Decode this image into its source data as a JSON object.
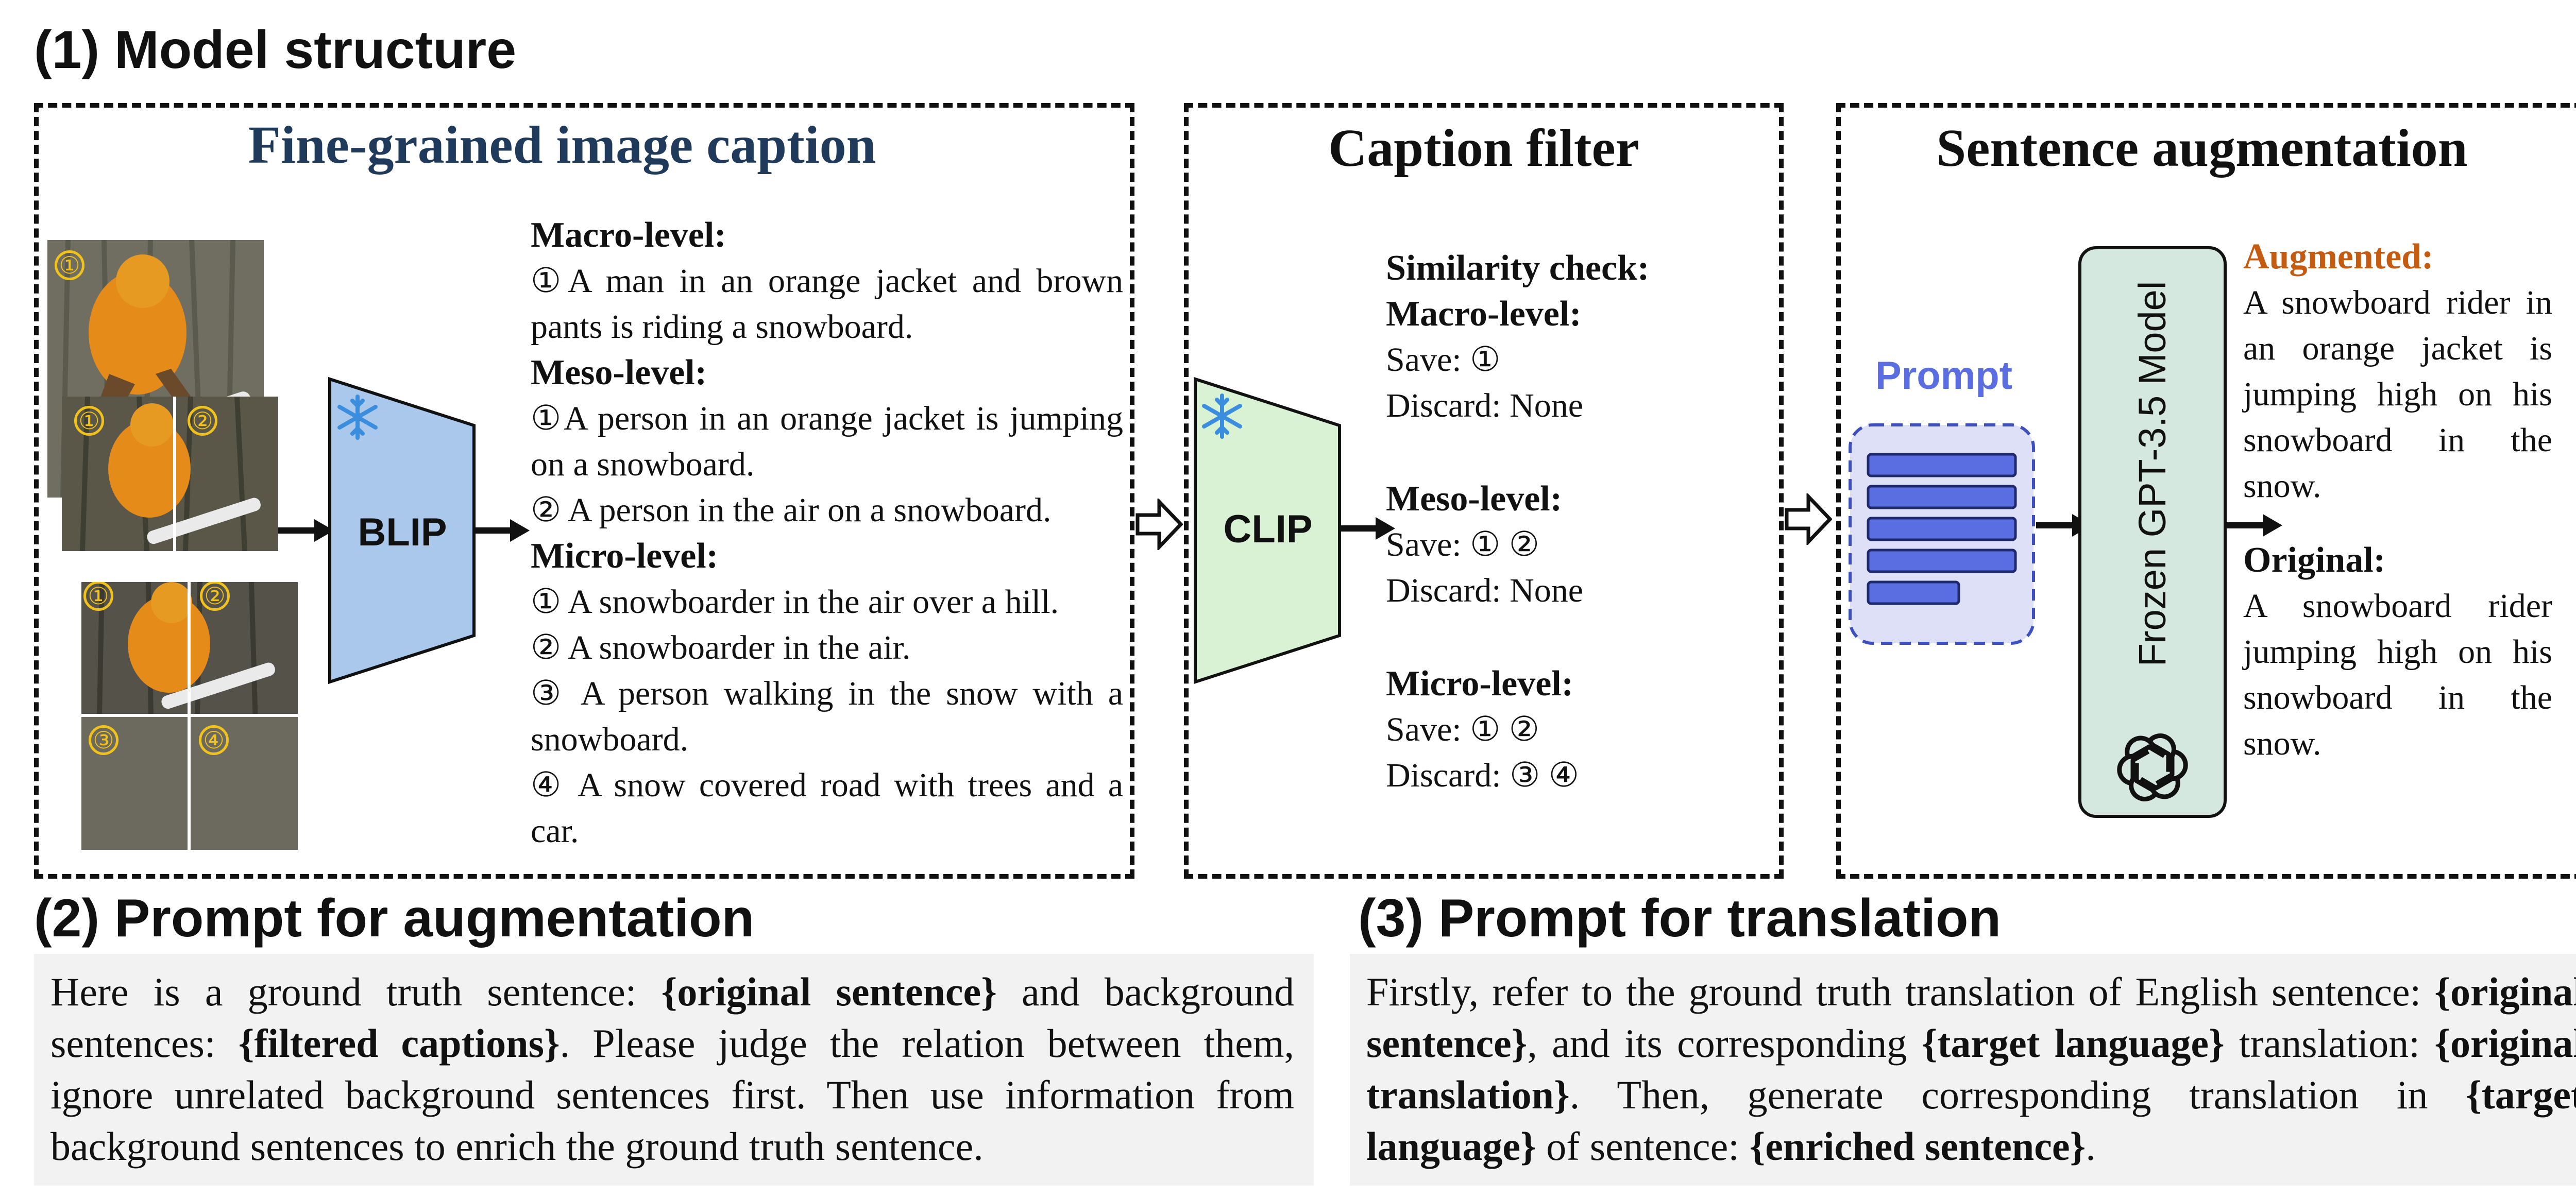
{
  "section1": {
    "title": "(1) Model structure"
  },
  "caption_panel": {
    "title": "Fine-grained image caption",
    "title_color": "#1f3a5a",
    "model": "BLIP",
    "model_color": "#a9c8ec",
    "freeze_icon": "snowflake-icon",
    "image_badges": {
      "img1": [
        "①"
      ],
      "img2": [
        "①",
        "②"
      ],
      "img3": [
        "①",
        "②",
        "③",
        "④"
      ]
    },
    "macro": {
      "heading": "Macro-level:",
      "items": [
        {
          "num": "①",
          "text": "A man in an orange jacket and brown pants is riding a snowboard."
        }
      ]
    },
    "meso": {
      "heading": "Meso-level:",
      "items": [
        {
          "num": "①",
          "text": "A person in an orange jacket is jumping on a snowboard."
        },
        {
          "num": "②",
          "text": "A person in the air on a snowboard."
        }
      ]
    },
    "micro": {
      "heading": "Micro-level:",
      "items": [
        {
          "num": "①",
          "text": "A snowboarder in the air over a hill."
        },
        {
          "num": "②",
          "text": "A snowboarder in the air."
        },
        {
          "num": "③",
          "text": "A person walking in the snow with a snowboard."
        },
        {
          "num": "④",
          "text": "A snow covered road with trees and a car."
        }
      ]
    }
  },
  "filter_panel": {
    "title": "Caption filter",
    "model": "CLIP",
    "model_color": "#d9f2d4",
    "freeze_icon": "snowflake-icon",
    "check_heading": "Similarity check:",
    "macro": {
      "heading": "Macro-level:",
      "save_label": "Save:",
      "save": "①",
      "discard_label": "Discard:",
      "discard": "None"
    },
    "meso": {
      "heading": "Meso-level:",
      "save_label": "Save:",
      "save": "① ②",
      "discard_label": "Discard:",
      "discard": "None"
    },
    "micro": {
      "heading": "Micro-level:",
      "save_label": "Save:",
      "save": "① ②",
      "discard_label": "Discard:",
      "discard": "③ ④"
    }
  },
  "augment_panel": {
    "title": "Sentence augmentation",
    "prompt_label": "Prompt",
    "prompt_color": "#5b6ee1",
    "llm_label": "Frozen GPT-3.5 Model",
    "llm_icon": "openai-logo-icon",
    "llm_color": "#d5e8df",
    "augmented_heading": "Augmented:",
    "augmented_color": "#c55a11",
    "augmented_text": "A snowboard rider in an orange jacket is jumping high on his snowboard in the snow.",
    "original_heading": "Original:",
    "original_text": "A snowboard rider jumping high on his snowboard in the snow."
  },
  "section2": {
    "title": "(2) Prompt for augmentation",
    "text_parts": [
      {
        "t": "Here is a ground truth sentence: ",
        "b": false
      },
      {
        "t": "{original sentence}",
        "b": true
      },
      {
        "t": " and background sentences: ",
        "b": false
      },
      {
        "t": "{filtered captions}",
        "b": true
      },
      {
        "t": ". Please judge the relation between them, ignore unrelated background sentences first. Then use information from background sentences to enrich the ground truth sentence.",
        "b": false
      }
    ]
  },
  "section3": {
    "title": "(3) Prompt for translation",
    "text_parts": [
      {
        "t": "Firstly, refer to the ground truth translation of English sentence: ",
        "b": false
      },
      {
        "t": "{original sentence}",
        "b": true
      },
      {
        "t": ", and its corresponding ",
        "b": false
      },
      {
        "t": "{target language}",
        "b": true
      },
      {
        "t": " translation: ",
        "b": false
      },
      {
        "t": "{original translation}",
        "b": true
      },
      {
        "t": ". Then, generate corresponding translation in ",
        "b": false
      },
      {
        "t": "{target language}",
        "b": true
      },
      {
        "t": " of sentence: ",
        "b": false
      },
      {
        "t": "{enriched sentence}",
        "b": true
      },
      {
        "t": ".",
        "b": false
      }
    ]
  }
}
